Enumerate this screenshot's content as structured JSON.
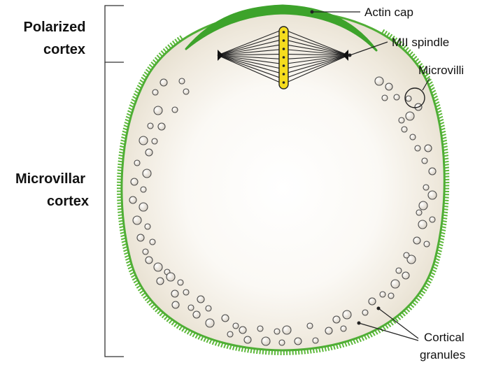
{
  "side_labels": {
    "polarized_line1": "Polarized",
    "polarized_line2": "cortex",
    "microvillar_line1": "Microvillar",
    "microvillar_line2": "cortex"
  },
  "callouts": {
    "actin_cap": "Actin cap",
    "mii_spindle": "MII spindle",
    "microvilli": "Microvilli",
    "cortical_line1": "Cortical",
    "cortical_line2": "granules"
  },
  "colors": {
    "membrane_green": "#3da32b",
    "microvilli_green": "#5cb83a",
    "cytoplasm_center": "#ffffff",
    "cytoplasm_edge": "#e9e2d4",
    "chromosome_yellow": "#f5dc1e",
    "granule_fill": "#e4ddd2",
    "granule_stroke": "#4a4a4a"
  },
  "icons": {
    "spindle": "mii-spindle-icon",
    "granule": "cortical-granule-icon",
    "microvillus": "microvillus-icon"
  }
}
